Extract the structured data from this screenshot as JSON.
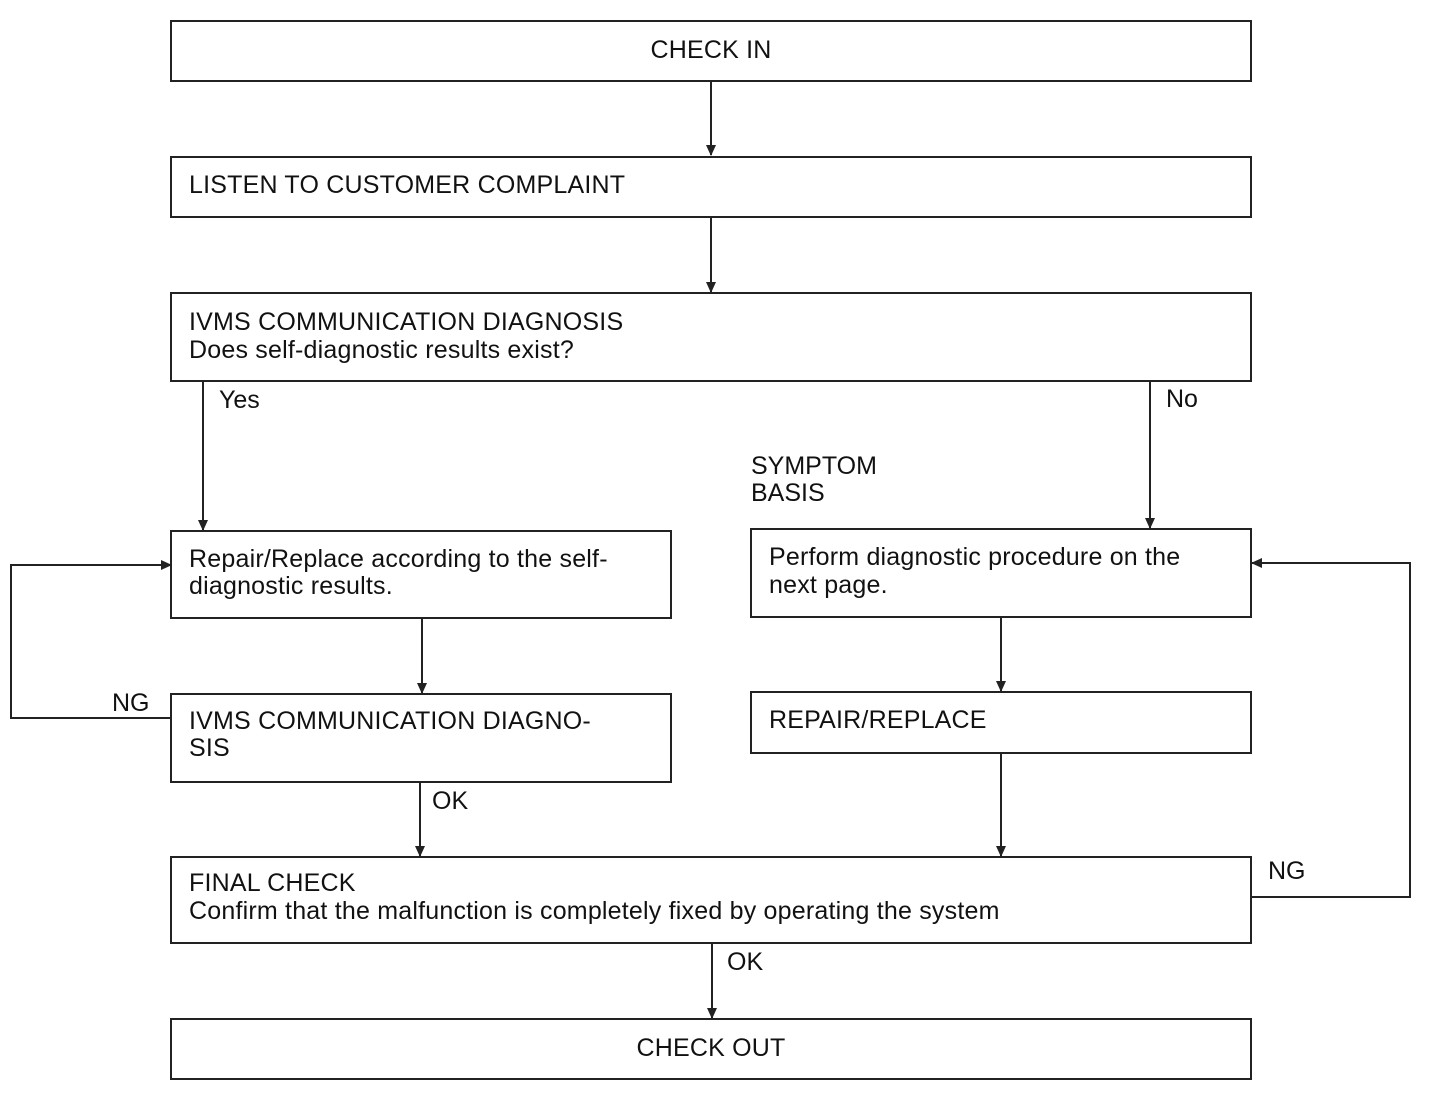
{
  "nodes": {
    "check_in": "CHECK IN",
    "listen": "LISTEN TO CUSTOMER COMPLAINT",
    "ivms_diag": {
      "title": "IVMS COMMUNICATION DIAGNOSIS",
      "question": "Does self-diagnostic results exist?"
    },
    "repair_self": {
      "line1": "Repair/Replace according to the self-",
      "line2": "diagnostic results."
    },
    "ivms_diag2": {
      "line1": "IVMS COMMUNICATION DIAGNO-",
      "line2": "SIS"
    },
    "symptom_basis": {
      "line1": "SYMPTOM",
      "line2": "BASIS"
    },
    "perform": {
      "line1": "Perform diagnostic procedure on the",
      "line2": "next page."
    },
    "repair_replace": "REPAIR/REPLACE",
    "final_check": {
      "title": "FINAL CHECK",
      "text": "Confirm that the malfunction is completely fixed by operating the system"
    },
    "check_out": "CHECK OUT"
  },
  "edges": {
    "yes": "Yes",
    "no": "No",
    "ng_left": "NG",
    "ok_left": "OK",
    "ng_right": "NG",
    "ok_final": "OK"
  }
}
